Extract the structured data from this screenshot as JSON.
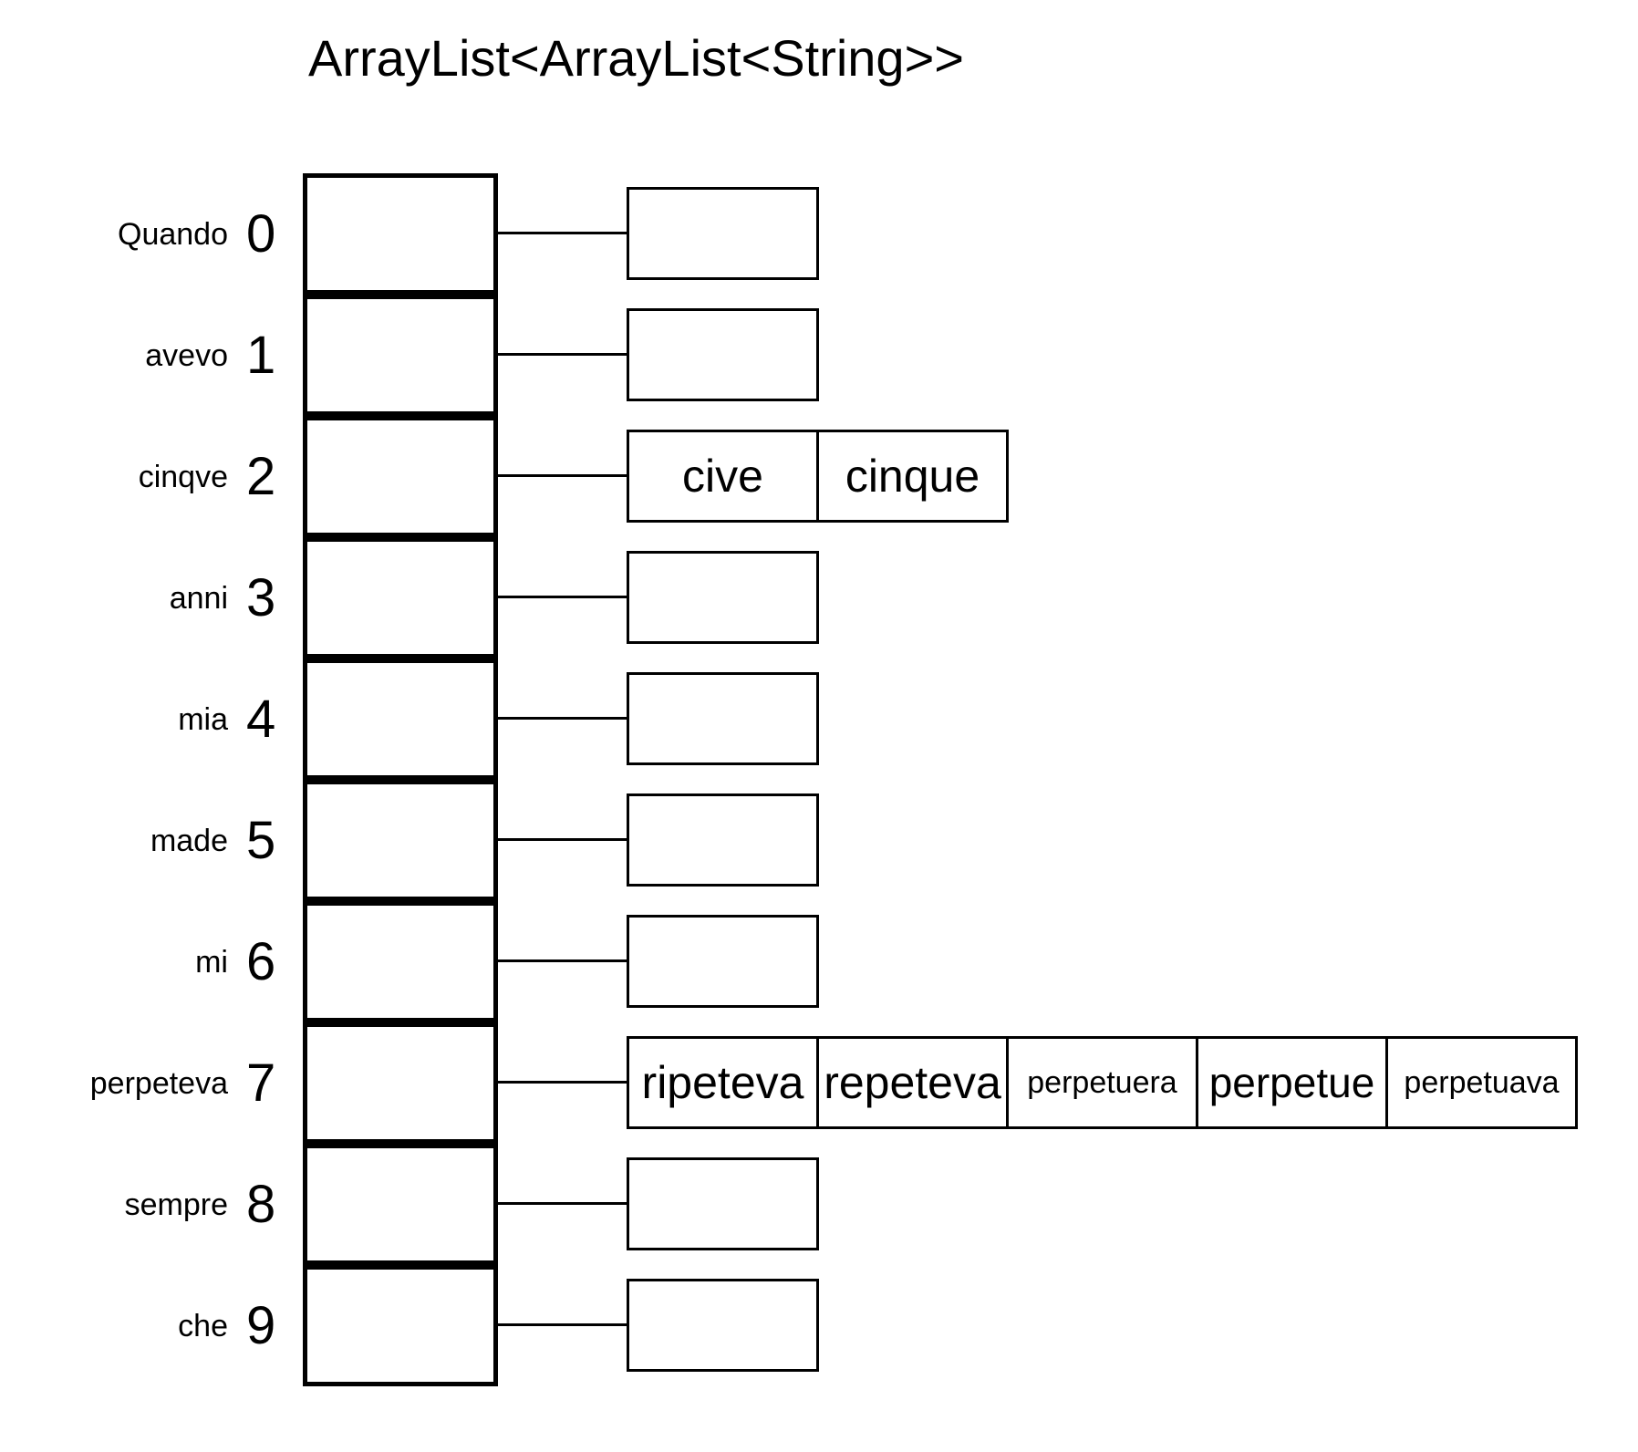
{
  "title": "ArrayList<ArrayList<String>>",
  "rows": [
    {
      "word": "Quando",
      "index": "0",
      "strings": []
    },
    {
      "word": "avevo",
      "index": "1",
      "strings": []
    },
    {
      "word": "cinqve",
      "index": "2",
      "strings": [
        "cive",
        "cinque"
      ]
    },
    {
      "word": "anni",
      "index": "3",
      "strings": []
    },
    {
      "word": "mia",
      "index": "4",
      "strings": []
    },
    {
      "word": "made",
      "index": "5",
      "strings": []
    },
    {
      "word": "mi",
      "index": "6",
      "strings": []
    },
    {
      "word": "perpeteva",
      "index": "7",
      "strings": [
        "ripeteva",
        "repeteva",
        "perpetuera",
        "perpetue",
        "perpetuava"
      ]
    },
    {
      "word": "sempre",
      "index": "8",
      "strings": []
    },
    {
      "word": "che",
      "index": "9",
      "strings": []
    }
  ]
}
